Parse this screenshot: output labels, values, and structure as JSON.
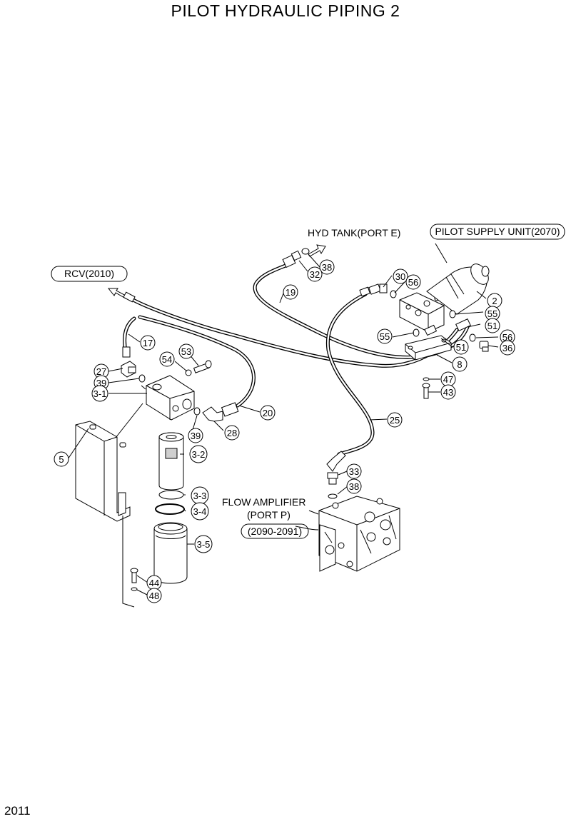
{
  "title": "PILOT HYDRAULIC PIPING 2",
  "page_number": "2011",
  "references": {
    "hyd_tank": "HYD TANK(PORT E)",
    "pilot_supply_unit": "PILOT SUPPLY UNIT(2070)",
    "rcv": "RCV(2010)",
    "flow_amplifier_line1": "FLOW AMPLIFIER",
    "flow_amplifier_line2": "(PORT P)",
    "flow_amplifier_code": "(2090-2091)"
  },
  "callouts": {
    "c38a": "38",
    "c32": "32",
    "c19": "19",
    "c30": "30",
    "c56a": "56",
    "c2": "2",
    "c55a": "55",
    "c51a": "51",
    "c55b": "55",
    "c56b": "56",
    "c36": "36",
    "c51b": "51",
    "c8": "8",
    "c47": "47",
    "c43": "43",
    "c17": "17",
    "c54": "54",
    "c53": "53",
    "c27": "27",
    "c39a": "39",
    "c3_1": "3-1",
    "c20": "20",
    "c39b": "39",
    "c28": "28",
    "c25": "25",
    "c5": "5",
    "c3_2": "3-2",
    "c33": "33",
    "c38b": "38",
    "c3_3": "3-3",
    "c3_4": "3-4",
    "c3_5": "3-5",
    "c44": "44",
    "c48": "48"
  }
}
